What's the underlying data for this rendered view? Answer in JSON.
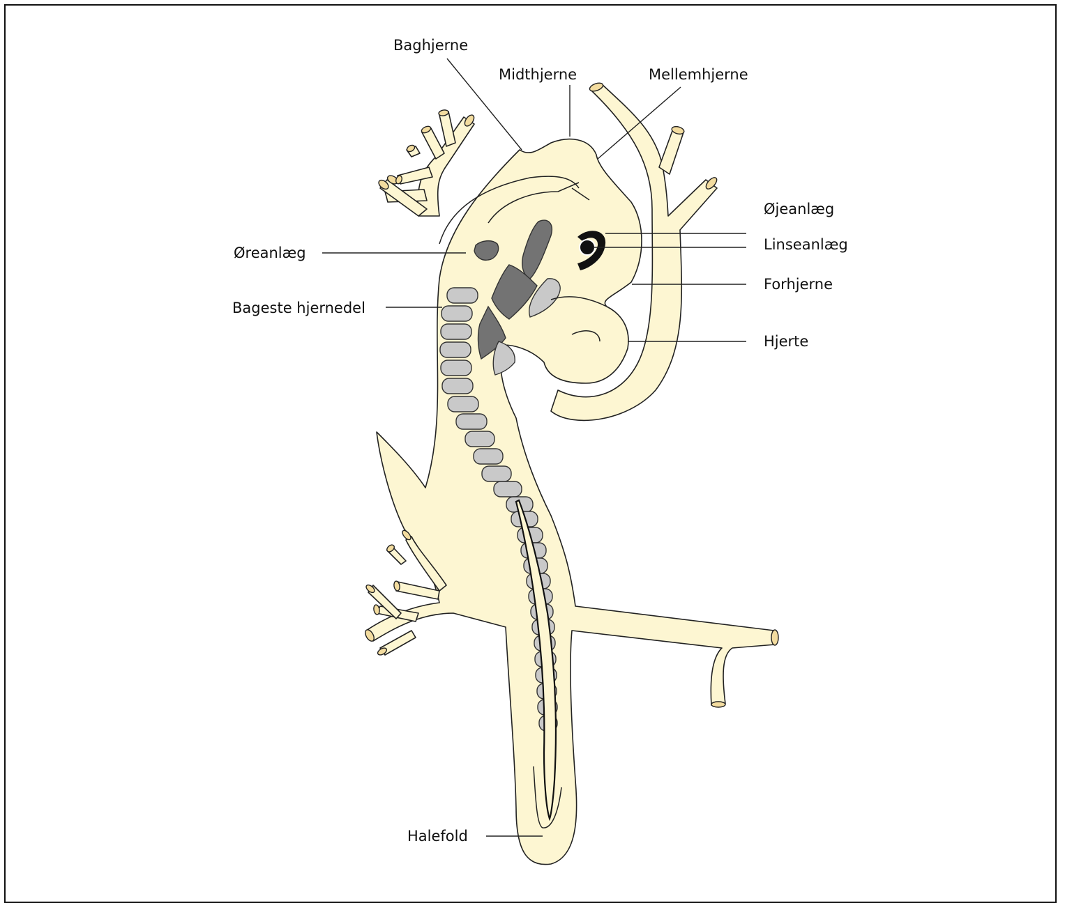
{
  "labels": {
    "baghjerne": "Baghjerne",
    "midthjerne": "Midthjerne",
    "mellemhjerne": "Mellemhjerne",
    "ojeanlaeg": "Øjeanlæg",
    "linseanlaeg": "Linseanlæg",
    "forhjerne": "Forhjerne",
    "hjerte": "Hjerte",
    "oreanlaeg": "Øreanlæg",
    "bageste_hjernedel": "Bageste hjernedel",
    "halefold": "Halefold"
  },
  "colors": {
    "tissue": "#fdf6d2",
    "vessel_cap": "#f3dc9f",
    "somite": "#c9c9c9",
    "dark_structure": "#737373",
    "outline": "#222222"
  },
  "somite_count": 27
}
